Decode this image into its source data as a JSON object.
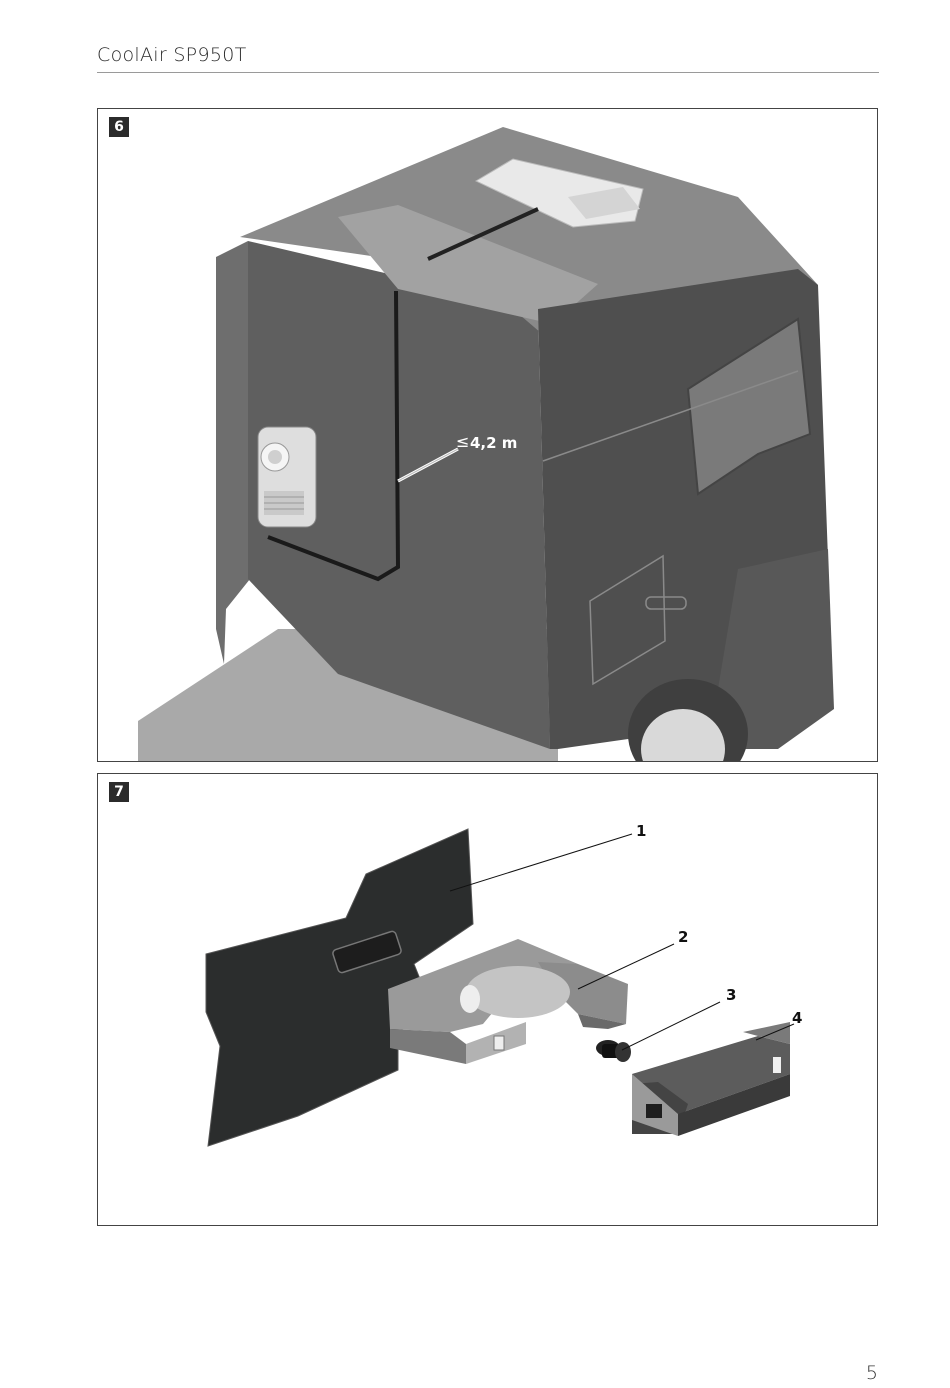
{
  "header": {
    "title": "CoolAir SP950T"
  },
  "figure6": {
    "number": "6",
    "height_symbol": "≤",
    "height_value": "4,2 m"
  },
  "figure7": {
    "number": "7",
    "callouts": [
      "1",
      "2",
      "3",
      "4"
    ]
  },
  "footer": {
    "page_number": "5"
  }
}
